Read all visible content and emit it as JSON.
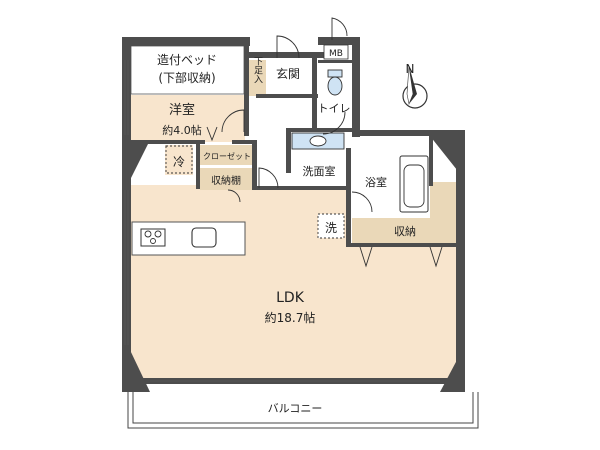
{
  "rooms": {
    "bed_line1": "造付ベッド",
    "bed_line2": "(下部収納)",
    "western_name": "洋室",
    "western_size": "約4.0帖",
    "shoe_storage": "下足入",
    "entrance": "玄関",
    "mb": "MB",
    "toilet": "トイレ",
    "fridge": "冷",
    "closet": "クローゼット",
    "storage_shelf": "収納棚",
    "washroom": "洗面室",
    "bathroom": "浴室",
    "washer": "洗",
    "storage": "収納",
    "ldk_name": "LDK",
    "ldk_size": "約18.7帖",
    "balcony": "バルコニー"
  },
  "compass": {
    "north": "N"
  },
  "colors": {
    "wall": "#4d4d4d",
    "room_fill": "#f8e5cd",
    "storage_fill": "#ead8b8",
    "wet_fill": "#ffffff",
    "fixture_blue": "#cfe3f4"
  }
}
